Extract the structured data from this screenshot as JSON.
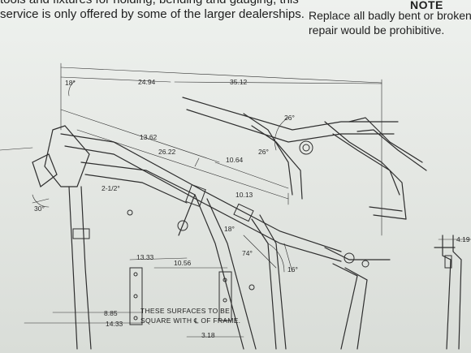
{
  "header": {
    "left_line1": "tools and fixtures for holding, bending and gauging, this",
    "left_line2": "service is only offered by some of the larger dealerships.",
    "note_title": "NOTE",
    "right_line1": "Replace all badly bent or broken fra",
    "right_line2": "repair would be prohibitive."
  },
  "diagram": {
    "dimensions": {
      "d18_top": "18°",
      "d24_94": "24.94",
      "d35_12": "35.12",
      "d26_top": "26°",
      "d26_mid": "26°",
      "d13_62": "13.62",
      "d26_22": "26.22",
      "d10_64": "10.64",
      "d2_half": "2-1/2°",
      "d10_13": "10.13",
      "d30": "30°",
      "d18_low": "18°",
      "d74": "74°",
      "d16": "16°",
      "d13_33": "13.33",
      "d10_56": "10.56",
      "d8_85": "8.85",
      "d14_33": "14.33",
      "d3_18": "3.18",
      "d4_19": "4.19"
    },
    "caption_line1": "THESE SURFACES TO BE",
    "caption_line2": "SQUARE WITH ℄ OF FRAME."
  },
  "colors": {
    "ink": "#2a2a2a",
    "paper": "#e8ebe7"
  }
}
